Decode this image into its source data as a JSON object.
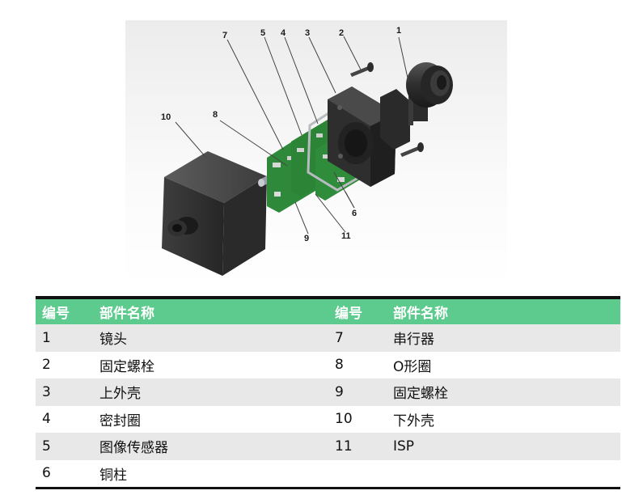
{
  "callouts": [
    "1",
    "2",
    "3",
    "4",
    "5",
    "6",
    "7",
    "8",
    "9",
    "10",
    "11"
  ],
  "table": {
    "headers": [
      "编号",
      "部件名称",
      "编号",
      "部件名称"
    ],
    "rows": [
      [
        "1",
        "镜头",
        "7",
        "串行器"
      ],
      [
        "2",
        "固定螺栓",
        "8",
        "O形圈"
      ],
      [
        "3",
        "上外壳",
        "9",
        "固定螺栓"
      ],
      [
        "4",
        "密封圈",
        "10",
        "下外壳"
      ],
      [
        "5",
        "图像传感器",
        "11",
        "ISP"
      ],
      [
        "6",
        "铜柱",
        "",
        ""
      ]
    ]
  },
  "colors": {
    "header_green": "#5ccb8d",
    "pcb_green": "#2e8a3a",
    "housing": "#3a3a3a"
  }
}
